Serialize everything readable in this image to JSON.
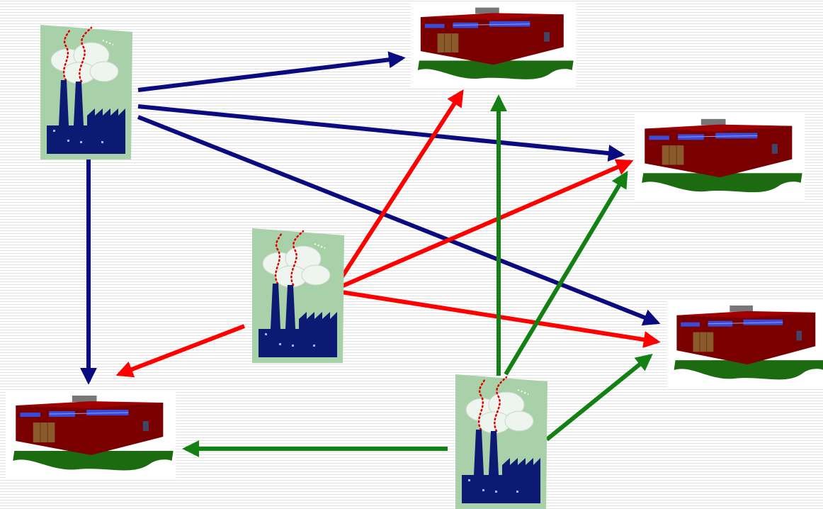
{
  "diagram": {
    "colors": {
      "factory_1_flows": "#0b0b80",
      "factory_2_flows": "#ff0000",
      "factory_3_flows": "#128012",
      "factory_card_bg": "#a9d1a9",
      "smoke_dots": "#e00000",
      "factory_body": "#0c1a73",
      "warehouse_wall": "#7a0000",
      "warehouse_roof": "#a00000",
      "warehouse_windows": "#3a4adb",
      "warehouse_ground": "#1d6b10"
    },
    "nodes": [
      {
        "id": "factory-1",
        "kind": "factory",
        "icon": "factory-icon"
      },
      {
        "id": "factory-2",
        "kind": "factory",
        "icon": "factory-icon"
      },
      {
        "id": "factory-3",
        "kind": "factory",
        "icon": "factory-icon"
      },
      {
        "id": "warehouse-top",
        "kind": "warehouse",
        "icon": "warehouse-icon"
      },
      {
        "id": "warehouse-right-upper",
        "kind": "warehouse",
        "icon": "warehouse-icon"
      },
      {
        "id": "warehouse-right-lower",
        "kind": "warehouse",
        "icon": "warehouse-icon"
      },
      {
        "id": "warehouse-bottom-left",
        "kind": "warehouse",
        "icon": "warehouse-icon"
      }
    ],
    "edges": [
      {
        "from": "factory-1",
        "to": "warehouse-top",
        "color": "#0b0b80"
      },
      {
        "from": "factory-1",
        "to": "warehouse-right-upper",
        "color": "#0b0b80"
      },
      {
        "from": "factory-1",
        "to": "warehouse-right-lower",
        "color": "#0b0b80"
      },
      {
        "from": "factory-1",
        "to": "warehouse-bottom-left",
        "color": "#0b0b80"
      },
      {
        "from": "factory-2",
        "to": "warehouse-top",
        "color": "#ff0000"
      },
      {
        "from": "factory-2",
        "to": "warehouse-right-upper",
        "color": "#ff0000"
      },
      {
        "from": "factory-2",
        "to": "warehouse-right-lower",
        "color": "#ff0000"
      },
      {
        "from": "factory-2",
        "to": "warehouse-bottom-left",
        "color": "#ff0000"
      },
      {
        "from": "factory-3",
        "to": "warehouse-top",
        "color": "#128012"
      },
      {
        "from": "factory-3",
        "to": "warehouse-right-upper",
        "color": "#128012"
      },
      {
        "from": "factory-3",
        "to": "warehouse-right-lower",
        "color": "#128012"
      },
      {
        "from": "factory-3",
        "to": "warehouse-bottom-left",
        "color": "#128012"
      }
    ]
  }
}
